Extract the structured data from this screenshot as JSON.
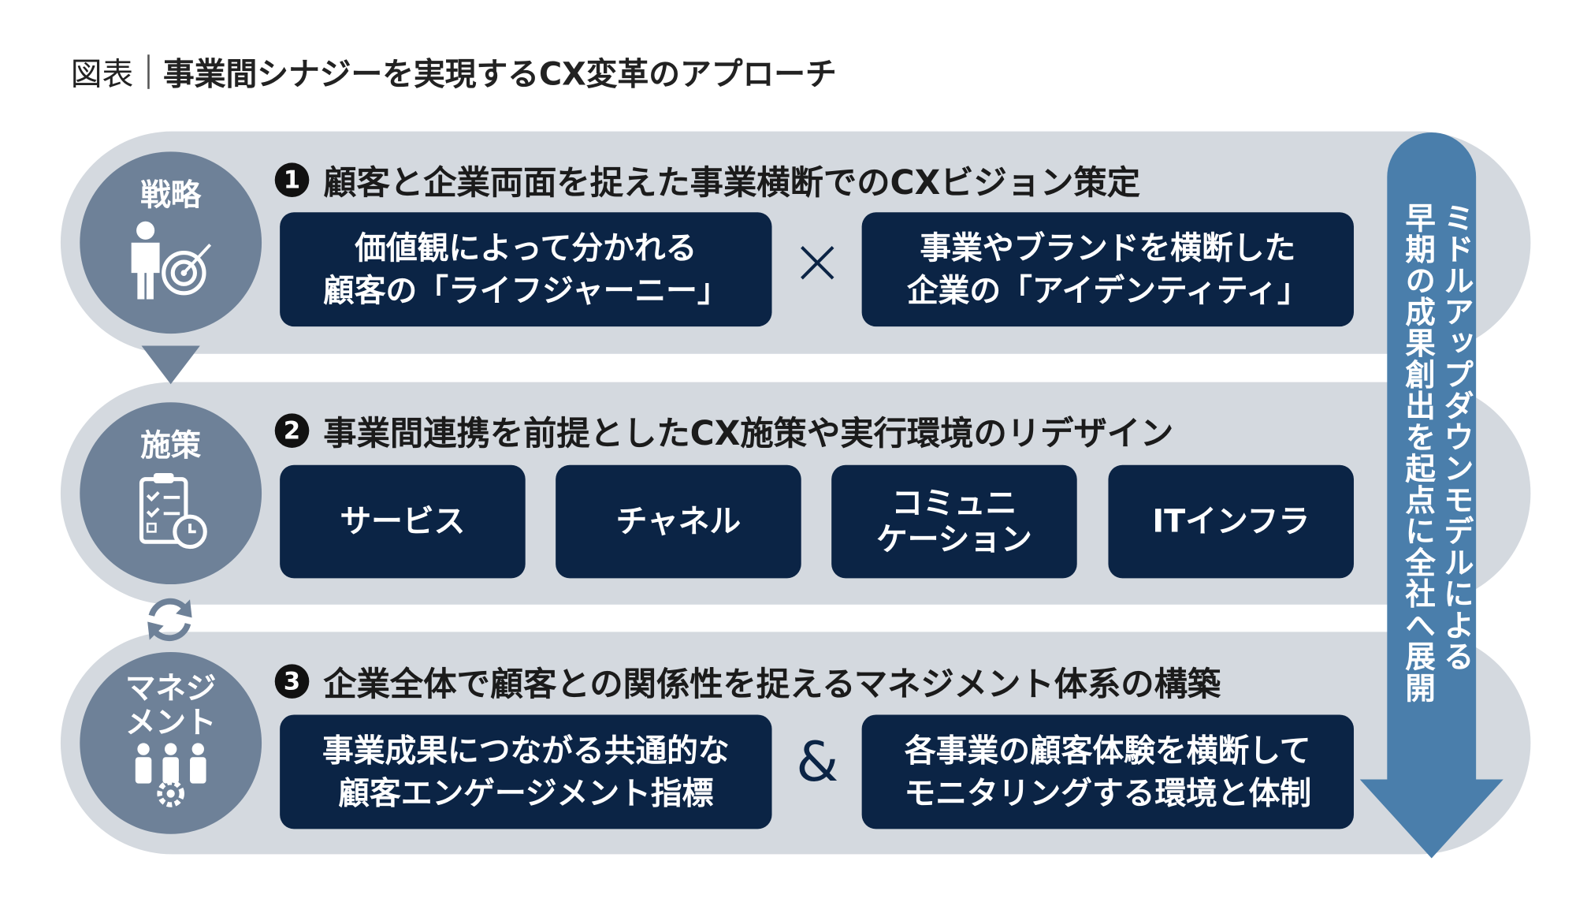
{
  "title": {
    "label": "図表",
    "main": "事業間シナジーを実現するCX変革のアプローチ"
  },
  "stages": [
    {
      "label": "戦略",
      "icon": "person-target-icon",
      "number": "1",
      "heading": "顧客と企業両面を捉えた事業横断でのCXビジョン策定",
      "boxes": [
        "価値観によって分かれる\n顧客の「ライフジャーニー」",
        "事業やブランドを横断した\n企業の「アイデンティティ」"
      ],
      "operator": "×"
    },
    {
      "label": "施策",
      "icon": "clipboard-checklist-icon",
      "number": "2",
      "heading": "事業間連携を前提としたCX施策や実行環境のリデザイン",
      "boxes": [
        "サービス",
        "チャネル",
        "コミュニ\nケーション",
        "ITインフラ"
      ]
    },
    {
      "label": "マネジ\nメント",
      "icon": "team-gear-icon",
      "number": "3",
      "heading": "企業全体で顧客との関係性を捉えるマネジメント体系の構築",
      "boxes": [
        "事業成果につながる共通的な\n顧客エンゲージメント指標",
        "各事業の顧客体験を横断して\nモニタリングする環境と体制"
      ],
      "operator": "&"
    }
  ],
  "arrow": {
    "line1": "ミドルアップダウンモデルによる",
    "line2": "早期の成果創出を起点に全社へ展開"
  },
  "colors": {
    "band": "#d4d9df",
    "circle": "#6e8198",
    "box": "#0b2445",
    "arrow": "#4a7eab"
  }
}
